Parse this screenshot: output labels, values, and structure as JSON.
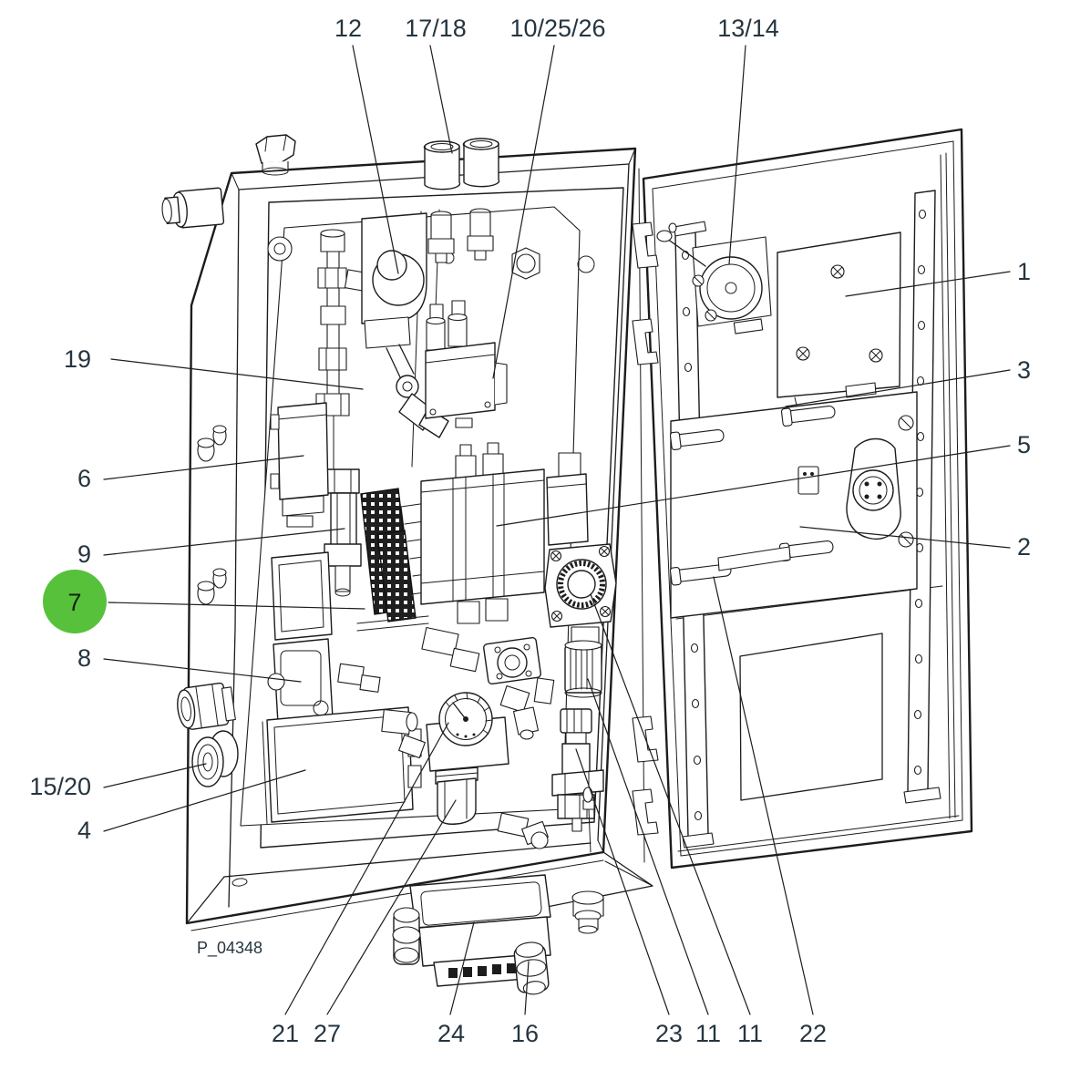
{
  "figure": {
    "type": "exploded-technical-drawing-control-cabinet",
    "drawing_code": "P_04348",
    "highlight_color": "#57c13c",
    "label_color": "#253540",
    "line_color": "#1c1c1c",
    "background": "#ffffff"
  },
  "callouts": {
    "top": [
      "12",
      "17/18",
      "10/25/26",
      "13/14"
    ],
    "right": [
      "1",
      "3",
      "5",
      "2"
    ],
    "left": [
      "19",
      "6",
      "9",
      "7",
      "8",
      "15/20",
      "4"
    ],
    "bottom": [
      "21",
      "27",
      "24",
      "16",
      "23",
      "11",
      "11",
      "22"
    ],
    "highlighted": "7"
  }
}
